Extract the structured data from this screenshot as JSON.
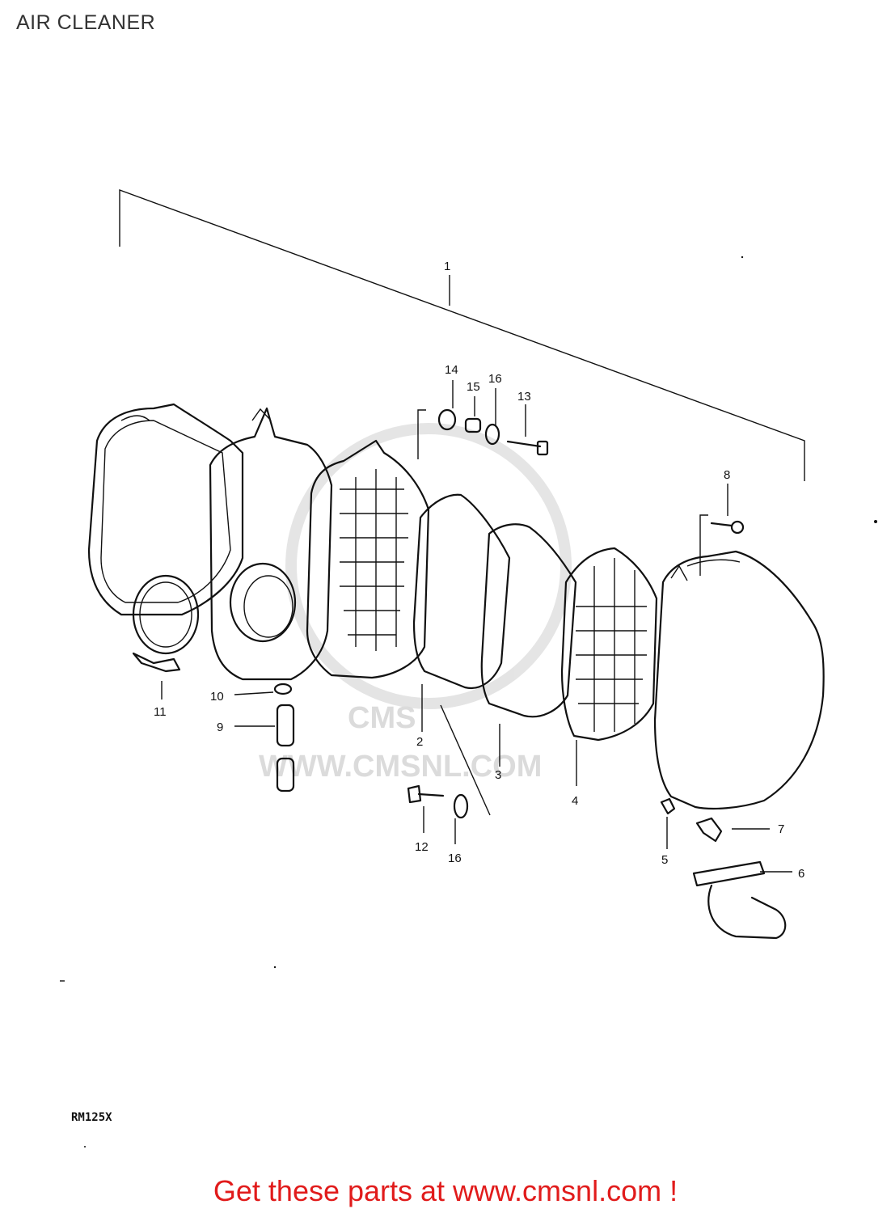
{
  "title": "AIR CLEANER",
  "model_code": "RM125X",
  "watermark": "WWW.CMSNL.COM",
  "watermark_logo": "CMS",
  "footer_text": "Get these parts at www.cmsnl.com !",
  "colors": {
    "footer": "#e11b1b",
    "line": "#111111",
    "watermark": "#d8d8d8"
  },
  "callouts": {
    "c1": "1",
    "c2": "2",
    "c3": "3",
    "c4": "4",
    "c5": "5",
    "c6": "6",
    "c7": "7",
    "c8": "8",
    "c9": "9",
    "c10": "10",
    "c11": "11",
    "c12": "12",
    "c13": "13",
    "c14": "14",
    "c15": "15",
    "c16a": "16",
    "c16b": "16"
  }
}
